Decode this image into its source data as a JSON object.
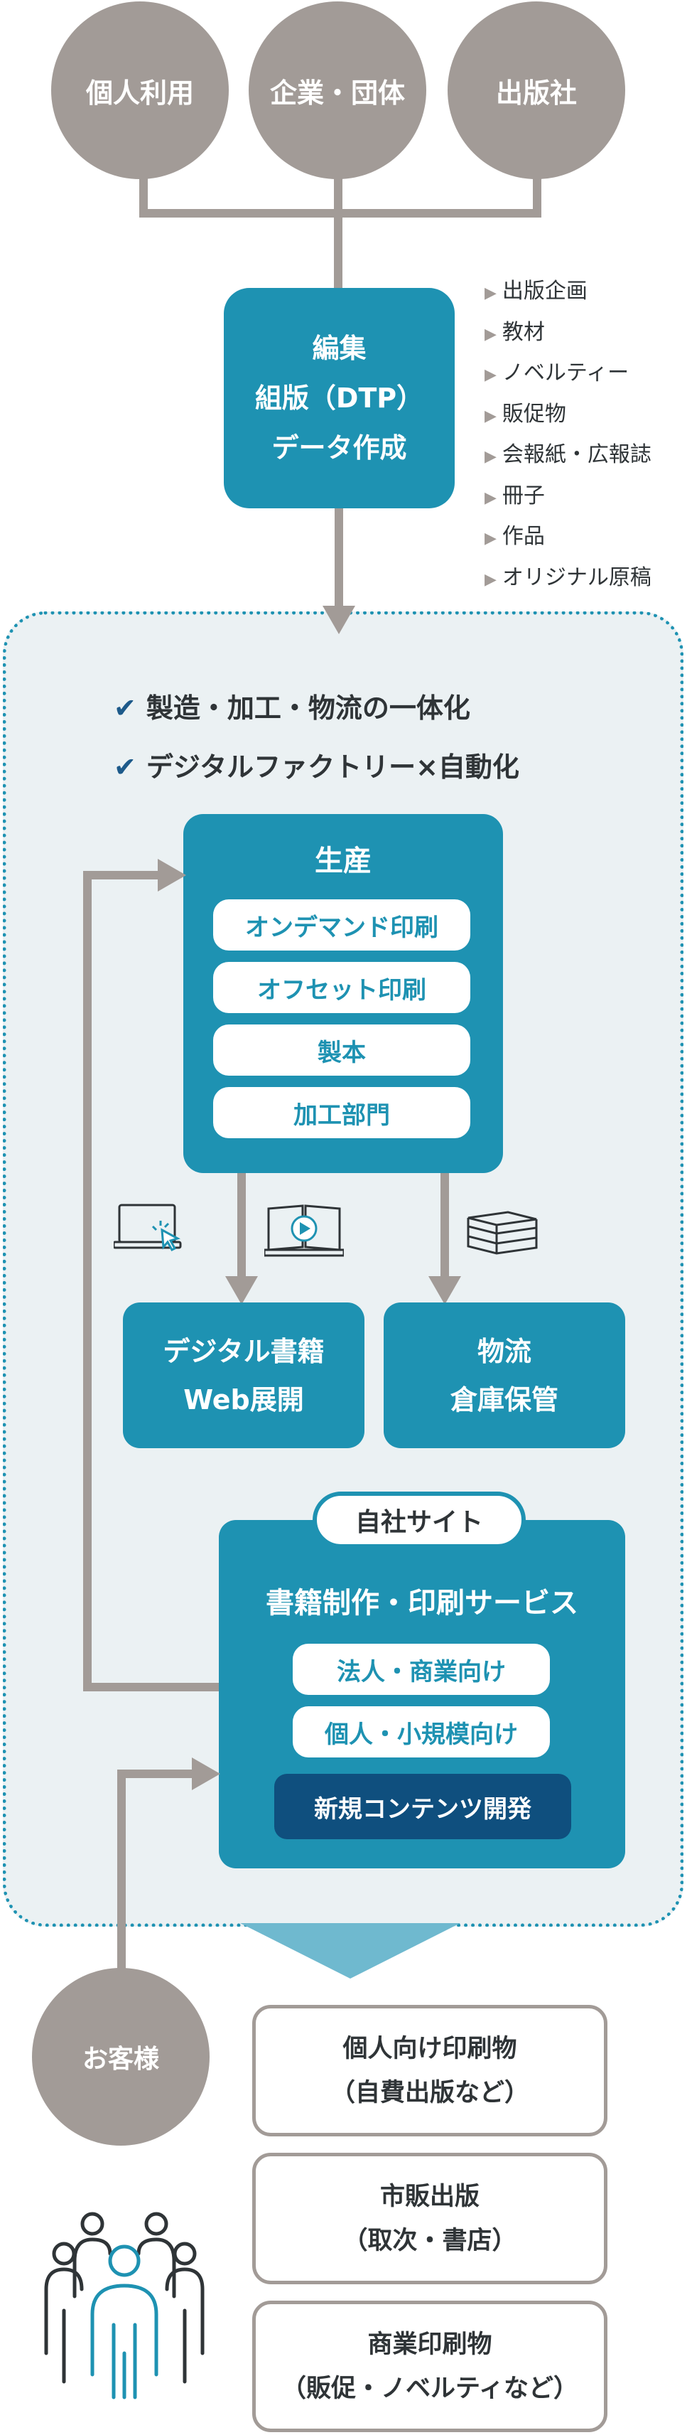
{
  "top_sources": [
    "個人利用",
    "企業・団体",
    "出版社"
  ],
  "editing_box": [
    "編集",
    "組版（DTP）",
    "データ作成"
  ],
  "materials": [
    "出版企画",
    "教材",
    "ノベルティー",
    "販促物",
    "会報紙・広報誌",
    "冊子",
    "作品",
    "オリジナル原稿"
  ],
  "features": [
    "製造・加工・物流の一体化",
    "デジタルファクトリー×自動化"
  ],
  "production": {
    "title": "生産",
    "items": [
      "オンデマンド印刷",
      "オフセット印刷",
      "製本",
      "加工部門"
    ]
  },
  "digital_box": [
    "デジタル書籍",
    "Web展開"
  ],
  "logistics_box": [
    "物流",
    "倉庫保管"
  ],
  "own_site": {
    "tab": "自社サイト",
    "title": "書籍制作・印刷サービス",
    "items": [
      "法人・商業向け",
      "個人・小規模向け"
    ],
    "highlight": "新規コンテンツ開発"
  },
  "customer": "お客様",
  "outputs": [
    [
      "個人向け印刷物",
      "（自費出版など）"
    ],
    [
      "市販出版",
      "（取次・書店）"
    ],
    [
      "商業印刷物",
      "（販促・ノベルティなど）"
    ]
  ],
  "colors": {
    "teal": "#1e92b2",
    "navy": "#0f4f7e",
    "gray": "#a29b97",
    "panel_bg": "#ebf1f3",
    "dotted_border": "#1e92b2"
  },
  "icons": [
    "laptop-click-icon",
    "book-play-icon",
    "book-stack-icon",
    "people-group-icon",
    "check-icon",
    "triangle-bullet-icon"
  ]
}
